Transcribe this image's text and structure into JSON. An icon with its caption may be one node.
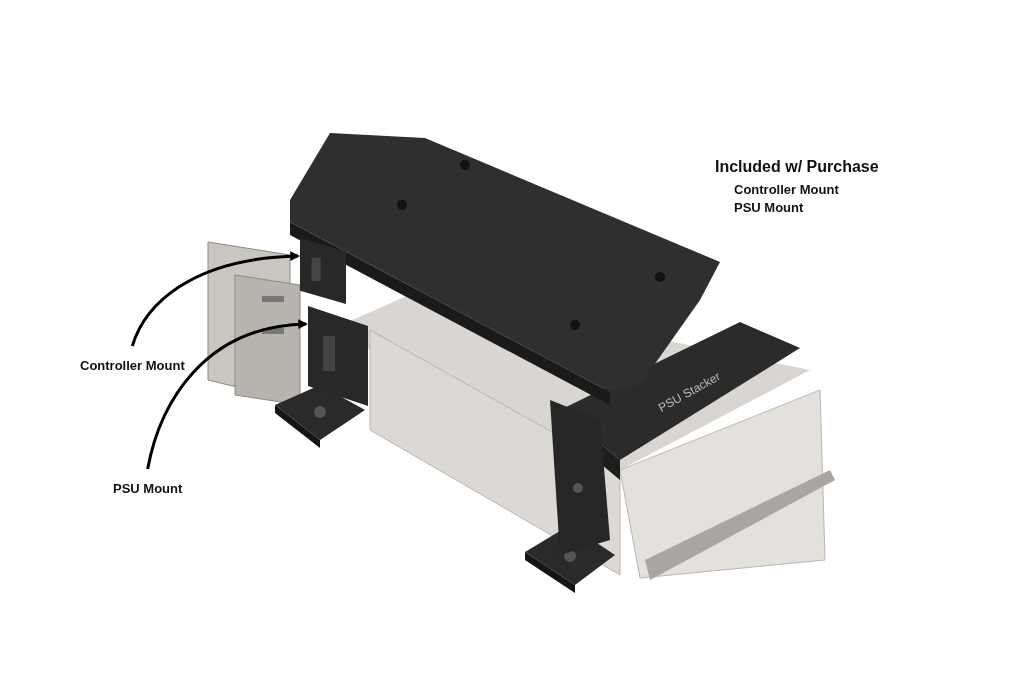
{
  "diagram": {
    "title": "Included w/ Purchase",
    "nodes": [
      {
        "text": [
          "Controller Mount"
        ]
      },
      {
        "text": [
          "PSU Mount"
        ]
      },
      {
        "text": [],
        "shape": "picture"
      },
      {
        "text": [],
        "shape": "picture"
      }
    ],
    "edges": [
      {
        "from": 0,
        "to": 2,
        "arrow": "to"
      },
      {
        "from": 1,
        "to": 3,
        "arrow": "to"
      }
    ],
    "labels": [
      "Controller Mount",
      "PSU Mount",
      "PSU Stacker"
    ]
  }
}
